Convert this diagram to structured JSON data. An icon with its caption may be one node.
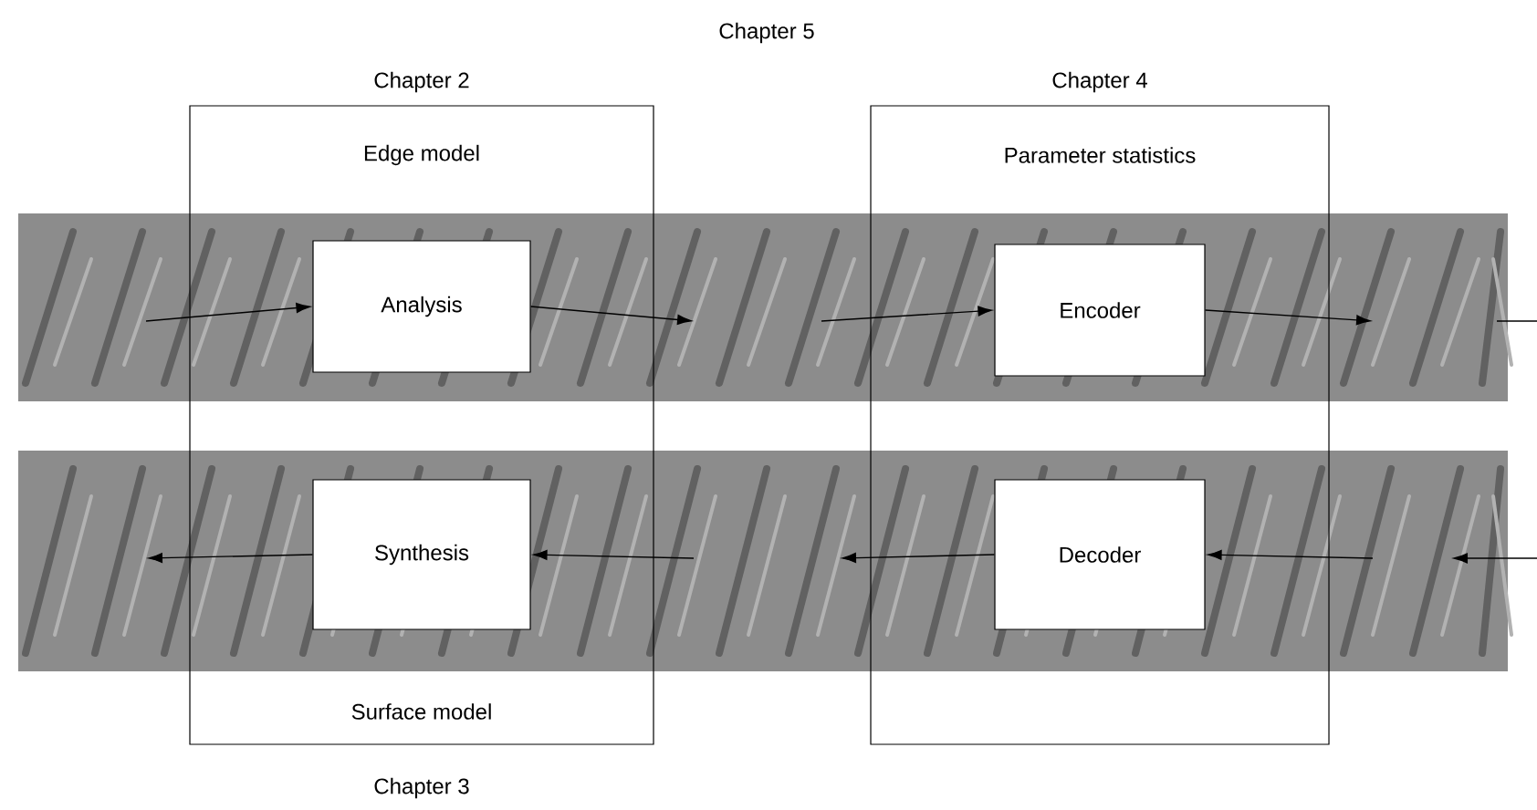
{
  "diagram": {
    "nodes": [
      {
        "text": [
          "Chapter 2",
          "Edge model",
          "Surface model",
          "Chapter 3"
        ]
      },
      {
        "text": [
          "Chapter 4",
          "Parameter statistics"
        ]
      },
      {
        "text": [
          "Analysis"
        ],
        "in": 0
      },
      {
        "text": [
          "Encoder"
        ],
        "in": 1
      },
      {
        "text": [
          "Synthesis"
        ],
        "in": 0
      },
      {
        "text": [
          "Decoder"
        ],
        "in": 1
      }
    ],
    "edges": [
      {
        "from": null,
        "to": 2,
        "arrow": "to"
      },
      {
        "from": 2,
        "to": null,
        "arrow": "to"
      },
      {
        "from": null,
        "to": 3,
        "arrow": "to"
      },
      {
        "from": 3,
        "to": null,
        "arrow": "to"
      },
      {
        "from": null,
        "to": 5,
        "arrow": "to"
      },
      {
        "from": 5,
        "to": null,
        "arrow": "to"
      },
      {
        "from": null,
        "to": 4,
        "arrow": "to"
      },
      {
        "from": 4,
        "to": null,
        "arrow": "to"
      }
    ],
    "labels": [
      "Chapter 5"
    ]
  }
}
